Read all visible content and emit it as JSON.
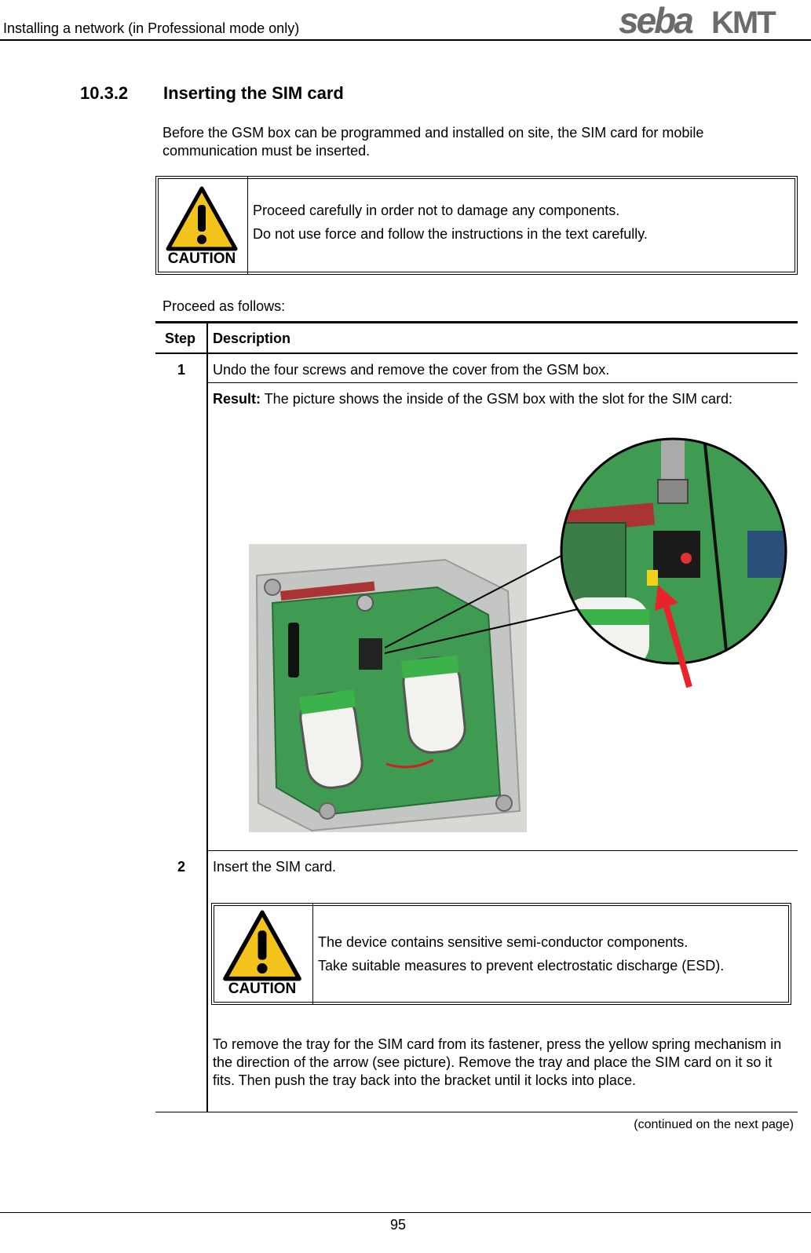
{
  "header": {
    "title": "Installing a network (in Professional mode only)",
    "logo": "sebaKMT"
  },
  "section": {
    "number": "10.3.2",
    "title": "Inserting the SIM card"
  },
  "intro": "Before the GSM box can be programmed and installed on site, the SIM card for mobile communication must be inserted.",
  "caution1": {
    "icon": "warning-triangle-icon",
    "label": "CAUTION",
    "line1": "Proceed carefully in order not to damage any components.",
    "line2": "Do not use force and follow the instructions in the text carefully."
  },
  "proceed": "Proceed as follows:",
  "table": {
    "col_step": "Step",
    "col_desc": "Description",
    "step1": {
      "num": "1",
      "text": "Undo the four screws and remove the cover from the GSM box.",
      "result_label": "Result:",
      "result_text": " The picture shows the inside of the GSM box with the slot for the SIM card:"
    },
    "step2": {
      "num": "2",
      "text": "Insert the SIM card.",
      "caution": {
        "label": "CAUTION",
        "line1": "The device contains sensitive semi-conductor components.",
        "line2": "Take suitable measures to prevent electrostatic discharge (ESD)."
      },
      "body": "To remove the tray for the SIM card from its fastener, press the yellow spring mechanism in the direction of the arrow (see picture). Remove the tray and place the SIM card on it so it fits. Then push the tray back into the bracket until it locks into place."
    }
  },
  "continued": "(continued on the next page)",
  "page_number": "95",
  "colors": {
    "warning_yellow": "#f2c31b",
    "arrow_red": "#e8232a",
    "pcb_green": "#3f9a52"
  }
}
